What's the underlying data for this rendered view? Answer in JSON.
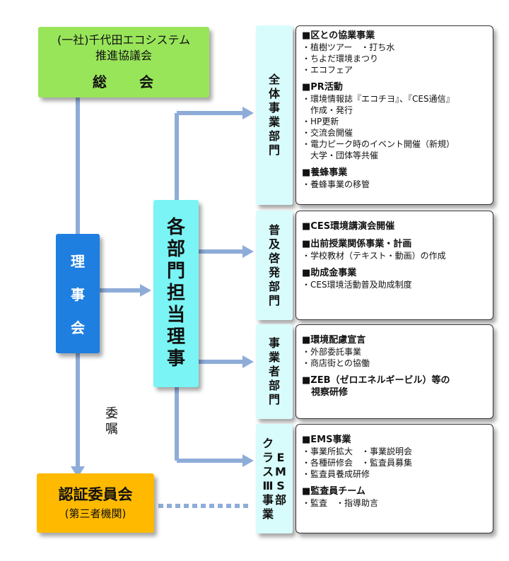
{
  "general_assembly": {
    "line1": "(一社)千代田エコシステム",
    "line2": "推進協議会",
    "line3": "総　　会"
  },
  "board": {
    "chars": [
      "理",
      "事",
      "会"
    ]
  },
  "director": {
    "chars": [
      "各",
      "部",
      "門",
      "担",
      "当",
      "理",
      "事"
    ]
  },
  "consign_label": {
    "chars": [
      "委",
      "嘱"
    ]
  },
  "certification": {
    "title": "認証委員会",
    "subtitle": "(第三者機関)"
  },
  "departments": [
    {
      "chars": [
        "全",
        "体",
        "事",
        "業",
        "部",
        "門"
      ]
    },
    {
      "chars": [
        "普",
        "及",
        "啓",
        "発",
        "部",
        "門"
      ]
    },
    {
      "chars": [
        "事",
        "業",
        "者",
        "部",
        "門"
      ]
    },
    {
      "left_col": [
        "ク",
        "ラ",
        "ス",
        "Ⅲ",
        "事",
        "業"
      ],
      "right_col": [
        "E",
        "M",
        "S",
        "部"
      ]
    }
  ],
  "contents": [
    {
      "groups": [
        {
          "heading": "■区との協業事業",
          "items": [
            "・植樹ツアー　・打ち水",
            "・ちよだ環境まつり",
            "・エコフェア"
          ]
        },
        {
          "heading": "■PR活動",
          "items": [
            "・環境情報誌『エコチヨ』、『CES通信』",
            "　作成・発行",
            "・HP更新",
            "・交流会開催",
            "・電力ピーク時のイベント開催（新規）",
            "　大学・団体等共催"
          ]
        },
        {
          "heading": "■養蜂事業",
          "items": [
            "・養蜂事業の移管"
          ]
        }
      ]
    },
    {
      "groups": [
        {
          "heading": "■CES環境講演会開催",
          "items": []
        },
        {
          "heading": "■出前授業関係事業・計画",
          "items": [
            "・学校教材（テキスト・動画）の作成"
          ]
        },
        {
          "heading": "■助成金事業",
          "items": [
            "・CES環境活動普及助成制度"
          ]
        }
      ]
    },
    {
      "groups": [
        {
          "heading": "■環境配慮宣言",
          "items": [
            "・外部委託事業",
            "・商店街との協働"
          ]
        },
        {
          "heading": "■ZEB（ゼロエネルギービル）等の",
          "items": [
            "　視察研修"
          ],
          "item_bold": true
        }
      ]
    },
    {
      "groups": [
        {
          "heading": "■EMS事業",
          "items": [
            "・事業所拡大　・事業説明会",
            "・各種研修会　・監査員募集",
            "・監査員養成研修"
          ]
        },
        {
          "heading": "■監査員チーム",
          "items": [
            "・監査　・指導助言"
          ]
        }
      ]
    }
  ],
  "colors": {
    "line": "#8eacd8",
    "general": "#99e55a",
    "board": "#1e7fe0",
    "director": "#7af4f4",
    "department": "#d8fcfc",
    "certification": "#ffba00"
  }
}
